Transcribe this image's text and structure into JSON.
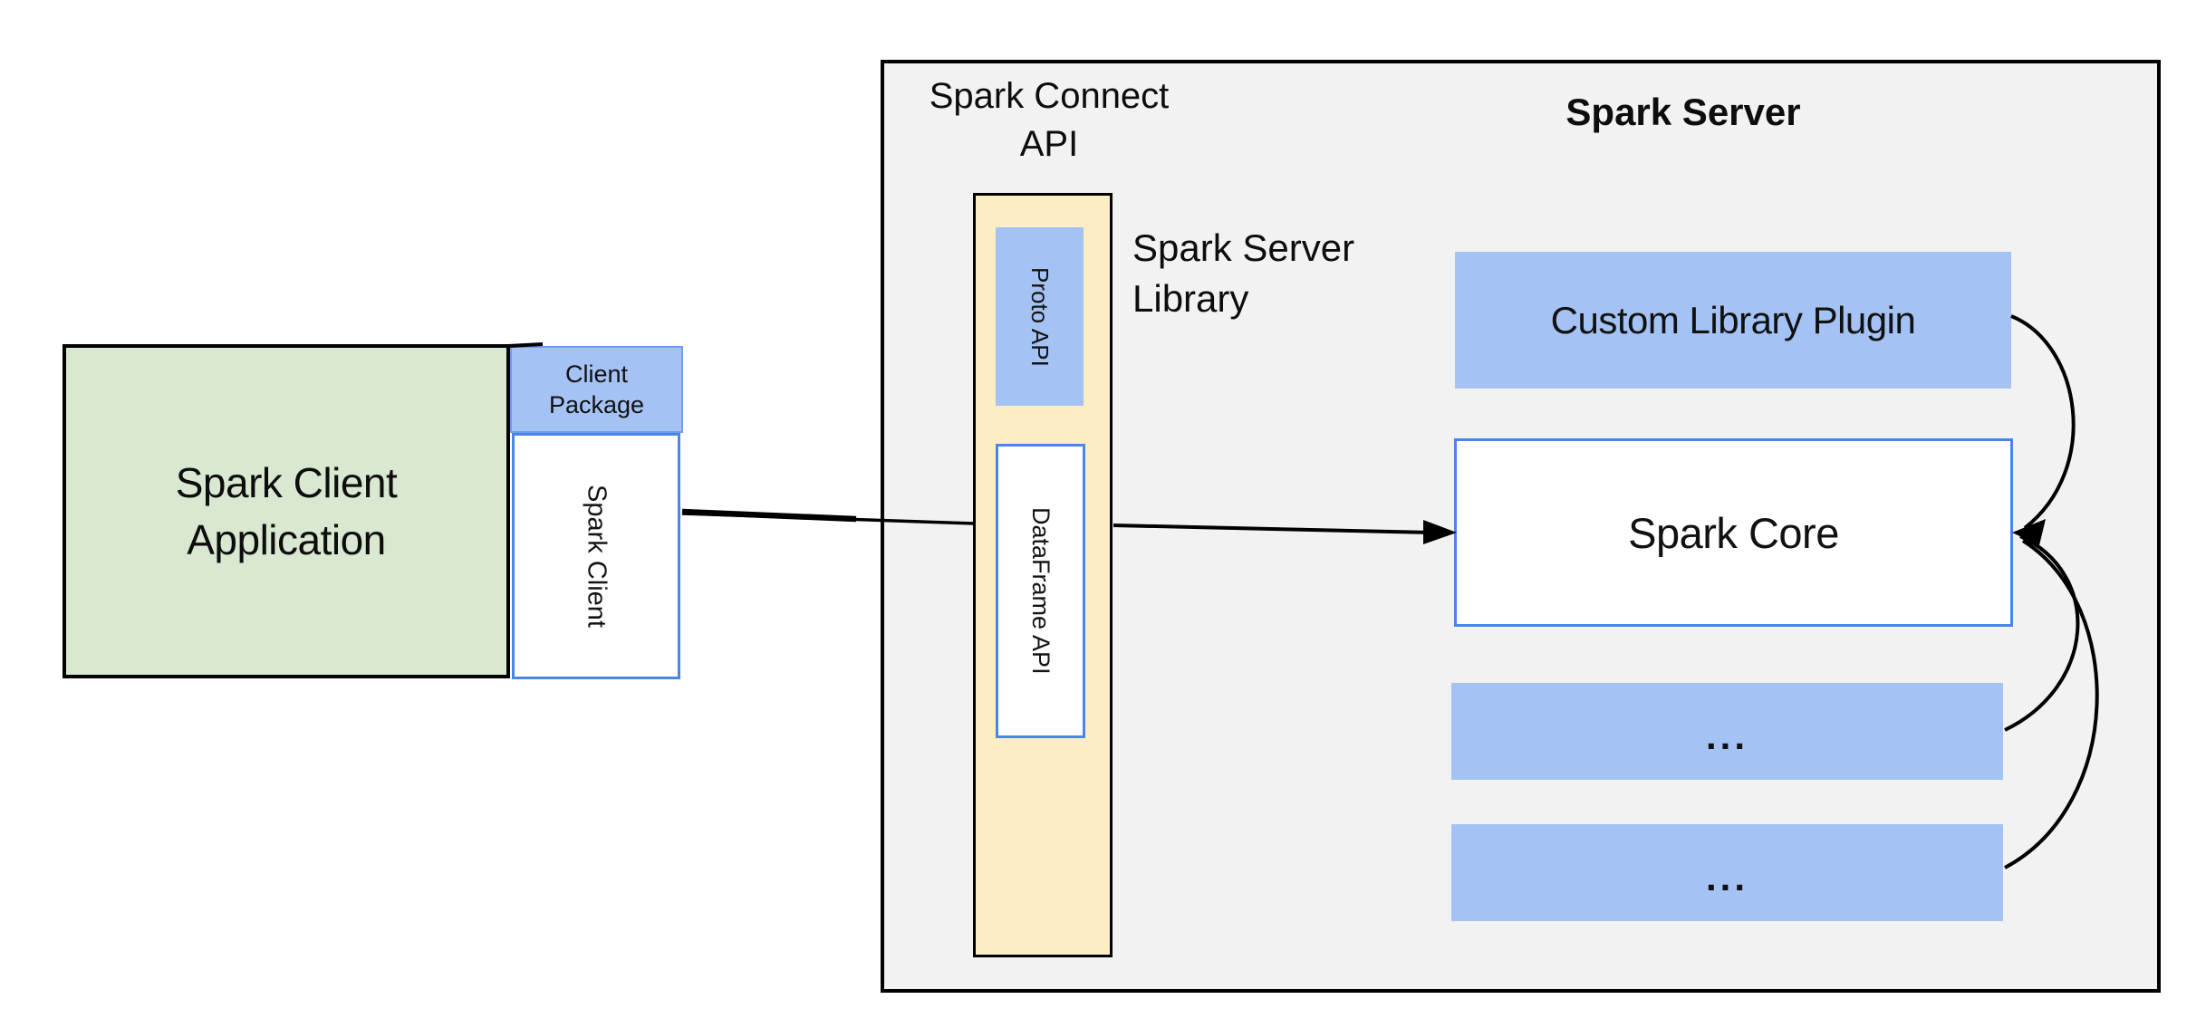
{
  "diagram": {
    "client": {
      "app_label": "Spark Client Application",
      "package_label": "Client Package",
      "client_label": "Spark Client"
    },
    "connect": {
      "title": "Spark Connect API",
      "proto_label": "Proto API",
      "dataframe_label": "DataFrame API",
      "library_label": "Spark Server Library"
    },
    "server": {
      "title": "Spark Server",
      "plugin_label": "Custom Library Plugin",
      "core_label": "Spark Core",
      "slots": [
        "...",
        "..."
      ]
    },
    "colors": {
      "panel_bg": "#f2f2f3",
      "client_green": "#d9e8d1",
      "accent_blue_fill": "#a4c2f4",
      "accent_blue_border": "#4a86e8",
      "package_border": "#6d9eeb",
      "library_yellow": "#fdedc3",
      "line_black": "#000000"
    }
  }
}
